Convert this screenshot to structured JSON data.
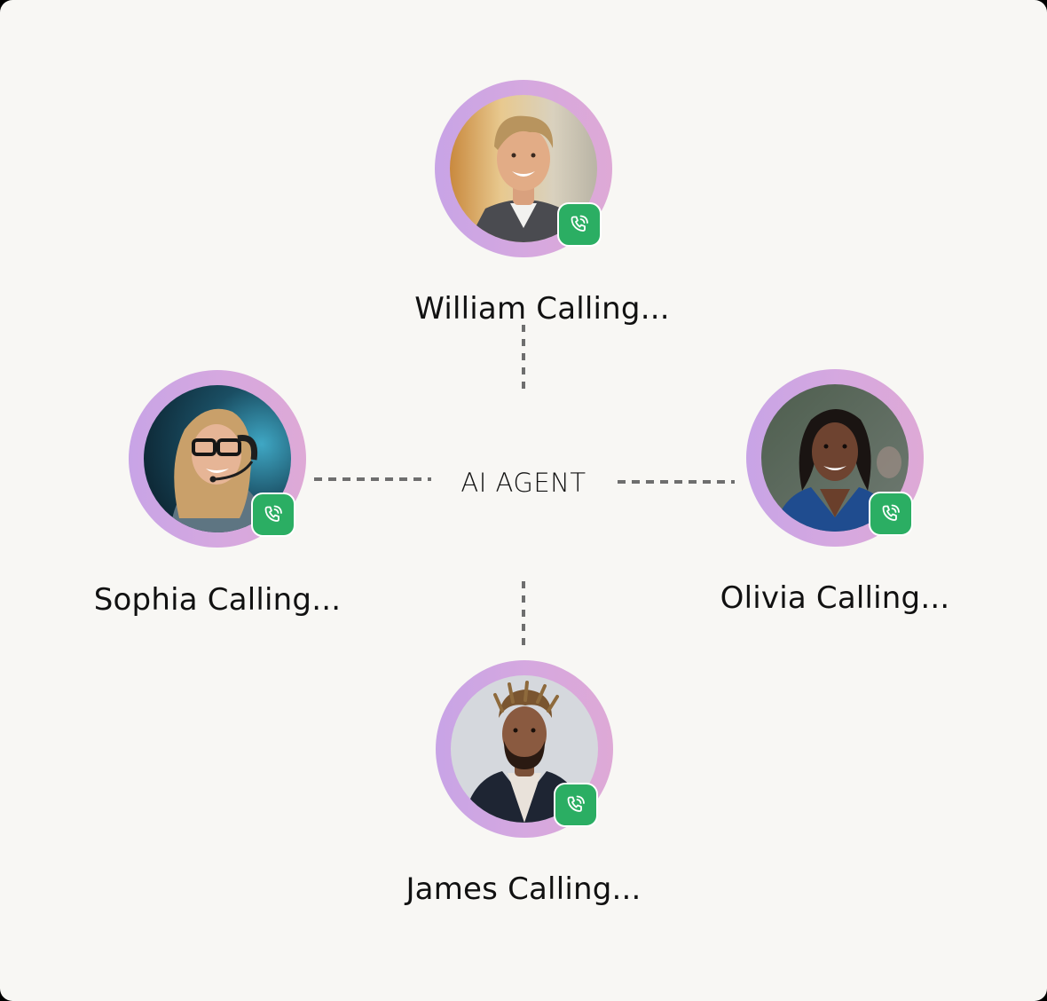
{
  "diagram": {
    "center": {
      "label": "AI AGENT"
    },
    "nodes": [
      {
        "id": "william",
        "name": "William",
        "label": "William Calling...",
        "position": "top",
        "status_icon": "phone-calling-icon"
      },
      {
        "id": "sophia",
        "name": "Sophia",
        "label": "Sophia Calling...",
        "position": "left",
        "status_icon": "phone-calling-icon"
      },
      {
        "id": "olivia",
        "name": "Olivia",
        "label": "Olivia Calling...",
        "position": "right",
        "status_icon": "phone-calling-icon"
      },
      {
        "id": "james",
        "name": "James",
        "label": "James Calling...",
        "position": "bottom",
        "status_icon": "phone-calling-icon"
      }
    ],
    "edges": [
      {
        "from": "AI AGENT",
        "to": "William",
        "style": "dashed"
      },
      {
        "from": "AI AGENT",
        "to": "Sophia",
        "style": "dashed"
      },
      {
        "from": "AI AGENT",
        "to": "Olivia",
        "style": "dashed"
      },
      {
        "from": "AI AGENT",
        "to": "James",
        "style": "dashed"
      }
    ]
  },
  "colors": {
    "background": "#F8F7F4",
    "ring_start": "#C8A4E6",
    "ring_end": "#DEA9D6",
    "badge": "#2BAE63",
    "connector": "#6E6E6E",
    "text": "#111111"
  }
}
